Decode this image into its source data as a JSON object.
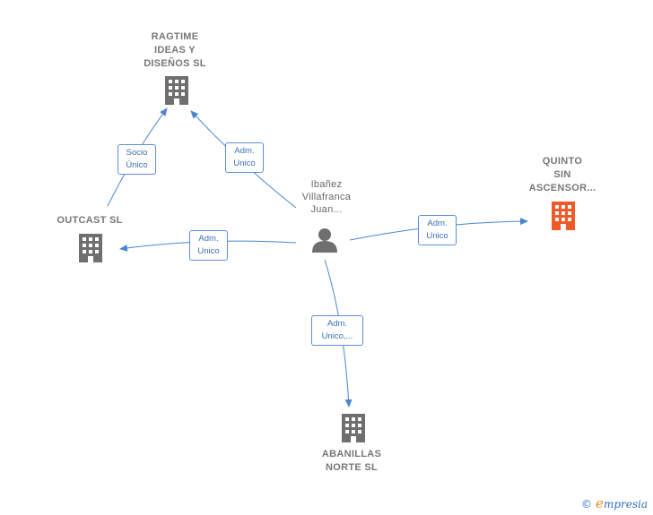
{
  "colors": {
    "edge": "#4a86d0",
    "building": "#6f6f6f",
    "building_highlight": "#f05a28",
    "person": "#6f6f6f"
  },
  "nodes": {
    "ragtime": {
      "label": "RAGTIME\nIDEAS Y\nDISEÑOS  SL",
      "icon": "building-icon"
    },
    "outcast": {
      "label": "OUTCAST  SL",
      "icon": "building-icon"
    },
    "quinto": {
      "label": "QUINTO\nSIN\nASCENSOR...",
      "icon": "building-icon"
    },
    "abanillas": {
      "label": "ABANILLAS\nNORTE  SL",
      "icon": "building-icon"
    },
    "person": {
      "label": "Ibañez\nVillafranca\nJuan...",
      "icon": "person-icon"
    }
  },
  "edges": {
    "socio": "Socio\nÚnico",
    "adm_ragtime": "Adm.\nUnico",
    "adm_outcast": "Adm.\nUnico",
    "adm_quinto": "Adm.\nUnico",
    "adm_abanillas": "Adm.\nUnico,..."
  },
  "footer": {
    "copyright": "©",
    "brand_initial": "e",
    "brand_rest": "mpresia"
  }
}
